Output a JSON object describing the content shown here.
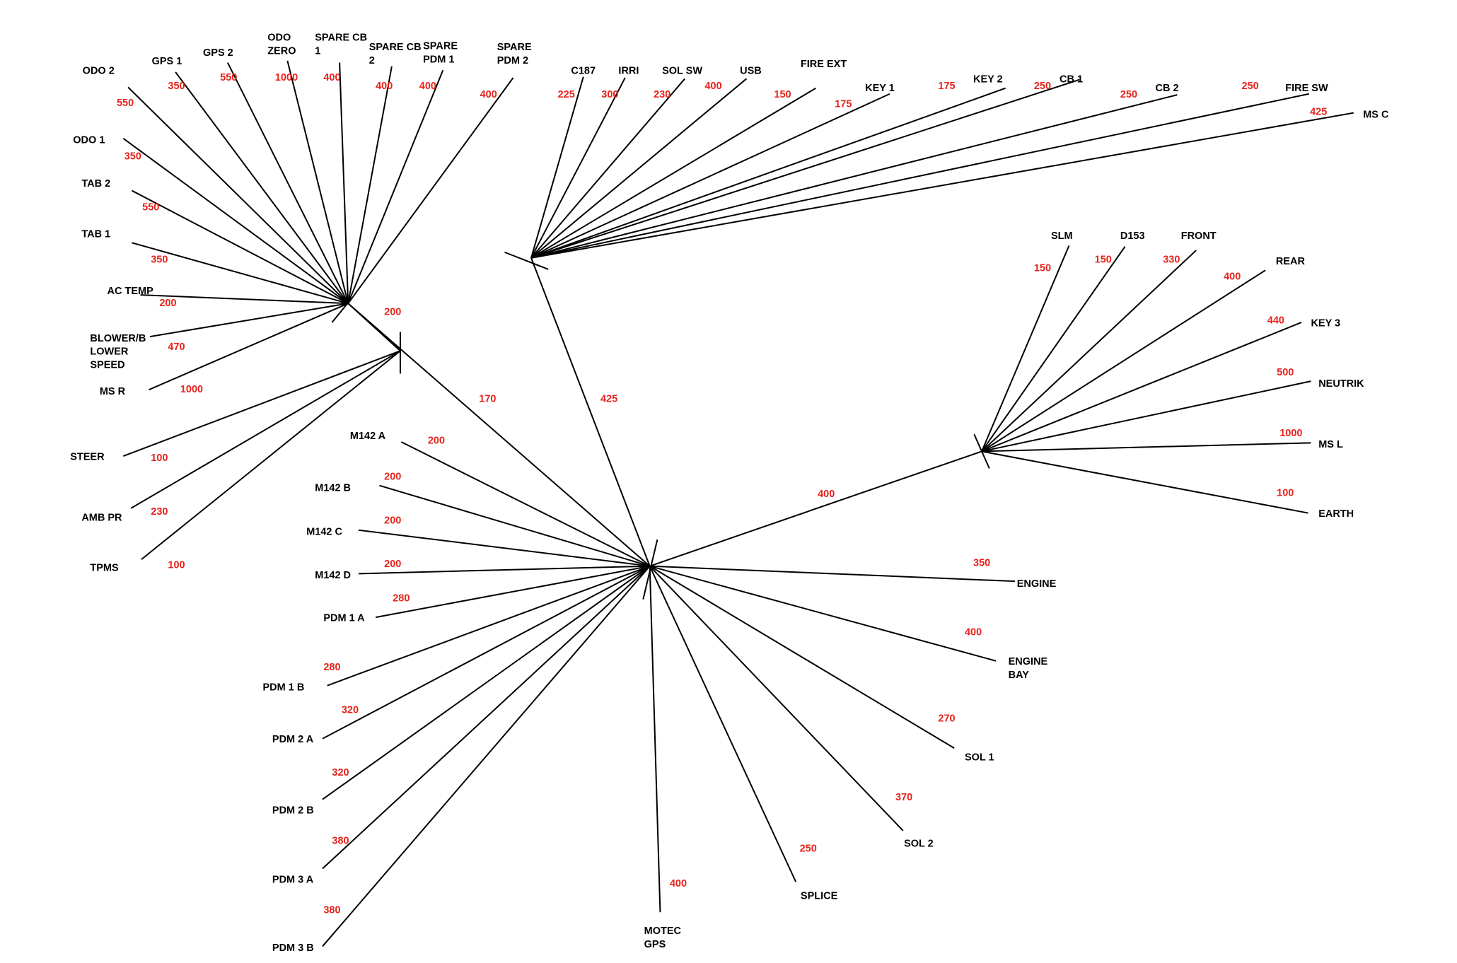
{
  "colors": {
    "line": "#000000",
    "label": "#000000",
    "length": "#e8231c"
  },
  "trunks": {
    "left_cluster": "170",
    "lower_left_cluster": "200",
    "top_cluster": "425",
    "right_cluster": "400"
  },
  "branches": {
    "odo_2": {
      "name": [
        "ODO 2"
      ],
      "length": "550"
    },
    "gps_1": {
      "name": [
        "GPS 1"
      ],
      "length": "350"
    },
    "gps_2": {
      "name": [
        "GPS 2"
      ],
      "length": "550"
    },
    "odo_zero": {
      "name": [
        "ODO",
        "ZERO"
      ],
      "length": "1000"
    },
    "spare_cb_1": {
      "name": [
        "SPARE CB",
        "1"
      ],
      "length": "400"
    },
    "spare_cb_2": {
      "name": [
        "SPARE CB",
        "2"
      ],
      "length": "400"
    },
    "spare_pdm_1": {
      "name": [
        "SPARE",
        "PDM 1"
      ],
      "length": "400"
    },
    "spare_pdm_2": {
      "name": [
        "SPARE",
        "PDM 2"
      ],
      "length": "400"
    },
    "odo_1": {
      "name": [
        "ODO 1"
      ],
      "length": "350"
    },
    "tab_2": {
      "name": [
        "TAB 2"
      ],
      "length": "550"
    },
    "tab_1": {
      "name": [
        "TAB 1"
      ],
      "length": "350"
    },
    "ac_temp": {
      "name": [
        "AC TEMP"
      ],
      "length": "200"
    },
    "blower": {
      "name": [
        "BLOWER/B",
        "LOWER",
        "SPEED"
      ],
      "length": "470"
    },
    "ms_r": {
      "name": [
        "MS R"
      ],
      "length": "1000"
    },
    "steer": {
      "name": [
        "STEER"
      ],
      "length": "100"
    },
    "amb_pr": {
      "name": [
        "AMB PR"
      ],
      "length": "230"
    },
    "tpms": {
      "name": [
        "TPMS"
      ],
      "length": "100"
    },
    "c187": {
      "name": [
        "C187"
      ],
      "length": "225"
    },
    "irri": {
      "name": [
        "IRRI"
      ],
      "length": "300"
    },
    "sol_sw": {
      "name": [
        "SOL SW"
      ],
      "length": "230"
    },
    "usb": {
      "name": [
        "USB"
      ],
      "length": "400"
    },
    "fire_ext": {
      "name": [
        "FIRE EXT"
      ],
      "length": "150"
    },
    "key_1": {
      "name": [
        "KEY 1"
      ],
      "length": "175"
    },
    "key_2": {
      "name": [
        "KEY 2"
      ],
      "length": "175"
    },
    "cb_1": {
      "name": [
        "CB 1"
      ],
      "length": "250"
    },
    "cb_2": {
      "name": [
        "CB 2"
      ],
      "length": "250"
    },
    "fire_sw": {
      "name": [
        "FIRE SW"
      ],
      "length": "250"
    },
    "ms_c": {
      "name": [
        "MS C"
      ],
      "length": "425"
    },
    "slm": {
      "name": [
        "SLM"
      ],
      "length": "150"
    },
    "d153": {
      "name": [
        "D153"
      ],
      "length": "150"
    },
    "front": {
      "name": [
        "FRONT"
      ],
      "length": "330"
    },
    "rear": {
      "name": [
        "REAR"
      ],
      "length": "400"
    },
    "key_3": {
      "name": [
        "KEY 3"
      ],
      "length": "440"
    },
    "neutrik": {
      "name": [
        "NEUTRIK"
      ],
      "length": "500"
    },
    "ms_l": {
      "name": [
        "MS L"
      ],
      "length": "1000"
    },
    "earth": {
      "name": [
        "EARTH"
      ],
      "length": "100"
    },
    "m142_a": {
      "name": [
        "M142 A"
      ],
      "length": "200"
    },
    "m142_b": {
      "name": [
        "M142 B"
      ],
      "length": "200"
    },
    "m142_c": {
      "name": [
        "M142 C"
      ],
      "length": "200"
    },
    "m142_d": {
      "name": [
        "M142 D"
      ],
      "length": "200"
    },
    "pdm_1_a": {
      "name": [
        "PDM 1 A"
      ],
      "length": "280"
    },
    "pdm_1_b": {
      "name": [
        "PDM 1 B"
      ],
      "length": "280"
    },
    "pdm_2_a": {
      "name": [
        "PDM 2 A"
      ],
      "length": "320"
    },
    "pdm_2_b": {
      "name": [
        "PDM 2 B"
      ],
      "length": "320"
    },
    "pdm_3_a": {
      "name": [
        "PDM 3 A"
      ],
      "length": "380"
    },
    "pdm_3_b": {
      "name": [
        "PDM 3 B"
      ],
      "length": "380"
    },
    "engine": {
      "name": [
        "ENGINE"
      ],
      "length": "350"
    },
    "engine_bay": {
      "name": [
        "ENGINE",
        "BAY"
      ],
      "length": "400"
    },
    "sol_1": {
      "name": [
        "SOL 1"
      ],
      "length": "270"
    },
    "sol_2": {
      "name": [
        "SOL 2"
      ],
      "length": "370"
    },
    "splice": {
      "name": [
        "SPLICE"
      ],
      "length": "250"
    },
    "motec_gps": {
      "name": [
        "MOTEC",
        "GPS"
      ],
      "length": "400"
    }
  }
}
